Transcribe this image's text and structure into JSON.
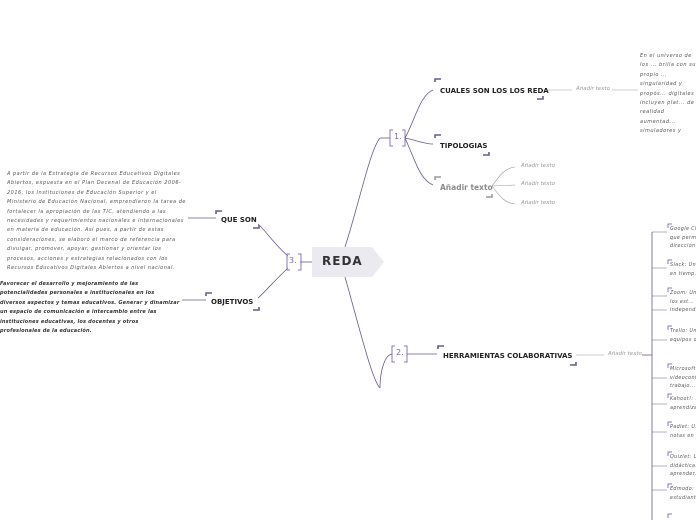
{
  "root": {
    "label": "REDA",
    "badge": "3."
  },
  "branch1": {
    "number": "1.",
    "topics": {
      "cuales": "CUALES SON LOS LOS REDA",
      "tipologias": "TIPOLOGIAS",
      "anadir": "Añadir texto"
    },
    "cuales_hint": "Añadir texto",
    "cuales_text": "En el universo de los ... brilla con su propio ... singularidad y propós... digitales incluyen plat... de realidad aumentad... simuladores y mucho ... potencial de cambiar ... evolucionamos.",
    "anadir_hints": [
      "Añadir texto",
      "Añadir texto",
      "Añadir texto"
    ]
  },
  "branch2": {
    "number": "2.",
    "topic": "HERRAMIENTAS COLABORATIVAS",
    "hint": "Añadir texto",
    "tools": [
      "Google Cl... que perm... dirección ...",
      "Slack: Un... en tiemp...",
      "Zoom: Un... a los est... independ...",
      "Trello: Un... equipos o...",
      "Microsoft... videoconf... trabajo...",
      "Kahoot!: ... aprendiza...",
      "Padlet: U... notas en ...",
      "Quizlet: U... didáctica... aprender...",
      "Edmodo: ... estudiant..."
    ]
  },
  "left": {
    "que_son": "QUE SON",
    "objetivos": "OBJETIVOS",
    "que_son_text": "A partir de la Estrategia de Recursos Educativos Digitales Abiertos, expuesta en el Plan Decenal de Educación 2006-2016, los Instituciones de Educación Superior y el Ministerio de Educación Nacional, emprendieron la tarea de fortalecer la apropiación de las TIC, atendiendo a las necesidades y requerimientos nacionales e internacionales en materia de educación. Así pues, a partir de estas consideraciones, se elaboró el marco de referencia para divulgar, promover, apoyar, gestionar y orientar los procesos, acciones y estrategias relacionados con los Recursos Educativos Digitales Abiertos a nivel nacional.",
    "objetivos_text": "Favorecer el desarrollo y mejoramiento de las potencialidades personales e institucionales en los diversos aspectos y temas educativos. Generar y dinamizar un espacio de comunicación e intercambio entre las instituciones educativas, los docentes y otros profesionales de la educación."
  },
  "colors": {
    "line": "#6b5a8e",
    "bracket": "#8878b5",
    "root_fill": "#ebeaf0"
  }
}
